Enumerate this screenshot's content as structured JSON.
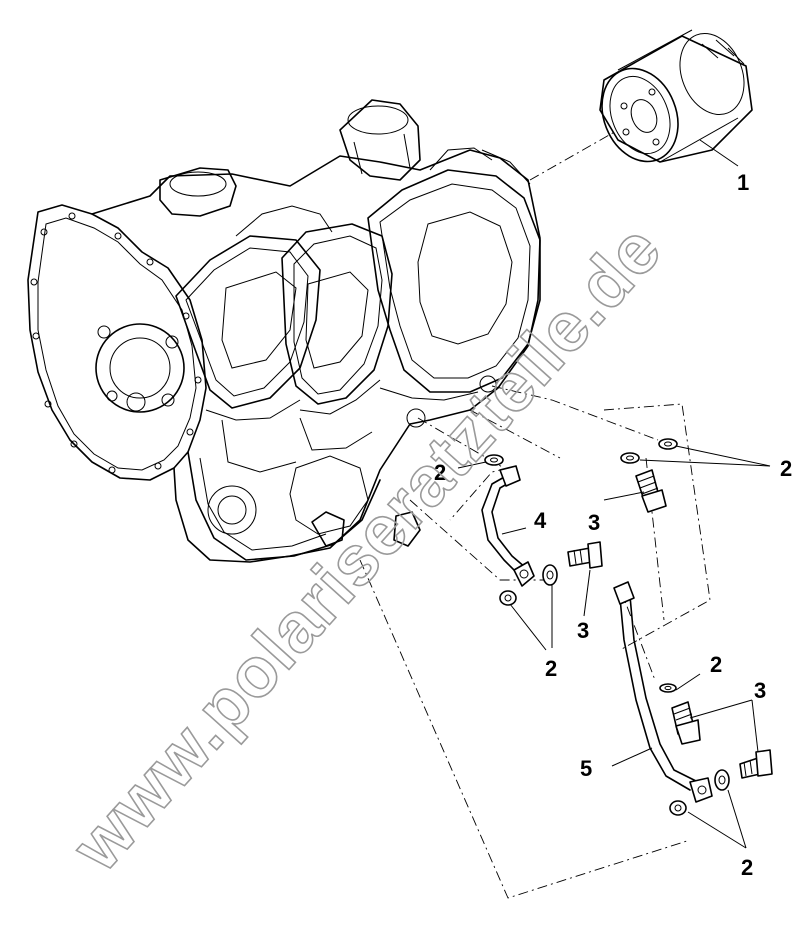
{
  "callouts": {
    "c1": "1",
    "c2a": "2",
    "c2b": "2",
    "c2c": "2",
    "c2d": "2",
    "c2e": "2",
    "c3a": "3",
    "c3b": "3",
    "c3c": "3",
    "c4": "4",
    "c5": "5"
  },
  "watermark": "www.polariseratzteile.de",
  "colors": {
    "ink": "#000000",
    "watermark": "#9a9a9a",
    "background": "#ffffff"
  }
}
